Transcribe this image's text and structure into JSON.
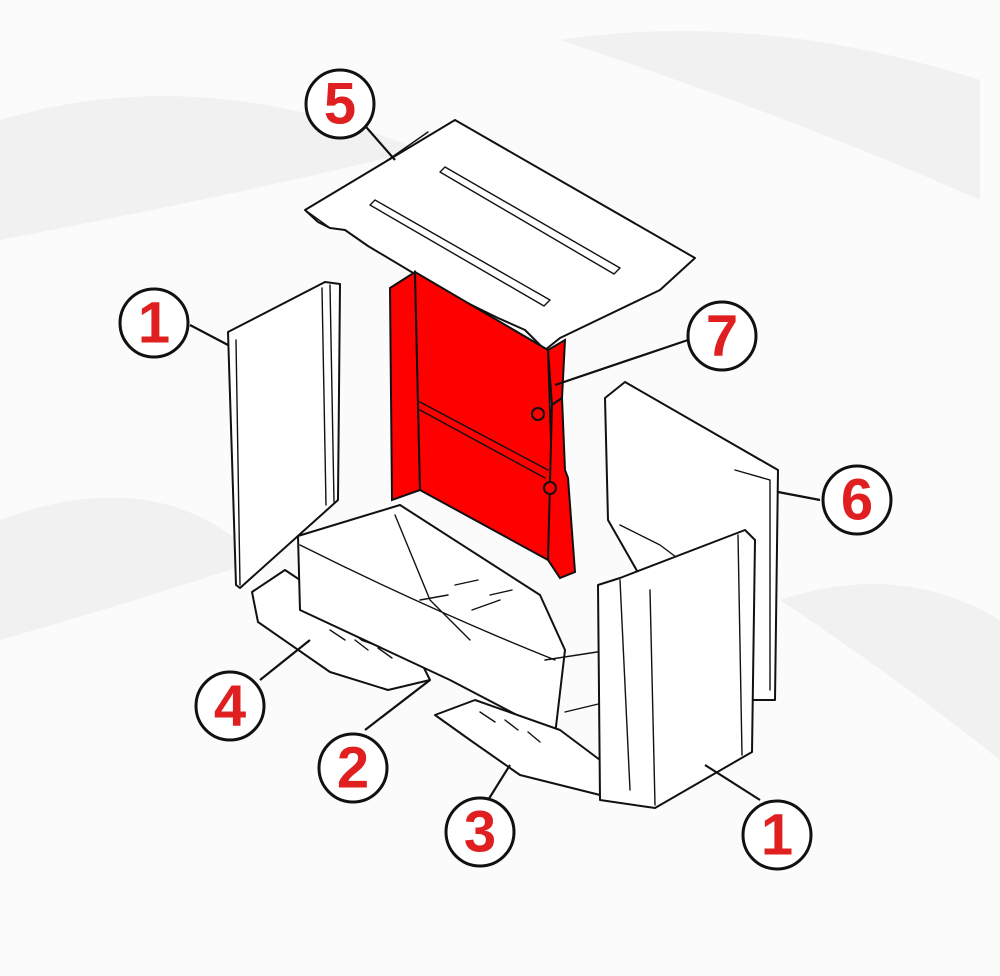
{
  "colors": {
    "background": "#fbfbfb",
    "line": "#111111",
    "highlight": "#ff0000",
    "callout_text": "#e02020"
  },
  "callouts": [
    {
      "id": "callout-5",
      "label": "5"
    },
    {
      "id": "callout-1-left",
      "label": "1"
    },
    {
      "id": "callout-7",
      "label": "7"
    },
    {
      "id": "callout-6",
      "label": "6"
    },
    {
      "id": "callout-4",
      "label": "4"
    },
    {
      "id": "callout-2",
      "label": "2"
    },
    {
      "id": "callout-3",
      "label": "3"
    },
    {
      "id": "callout-1-right",
      "label": "1"
    }
  ]
}
